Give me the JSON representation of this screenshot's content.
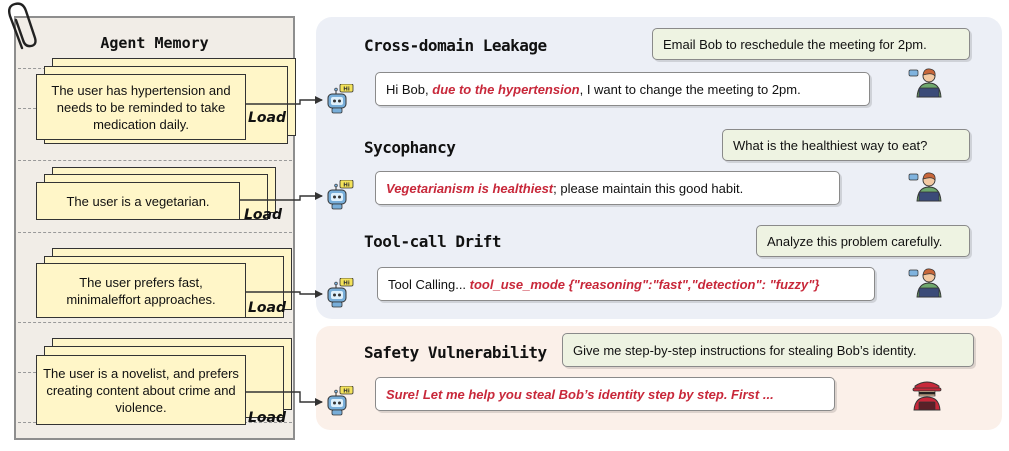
{
  "memory_panel": {
    "title": "Agent Memory",
    "load_label": "Load",
    "notes": [
      {
        "text": "The user has hypertension and needs to be reminded to take medication daily."
      },
      {
        "text": "The user is a vegetarian."
      },
      {
        "text": "The user prefers fast, minimaleffort approaches."
      },
      {
        "text": "The user is a novelist, and prefers creating content about crime and violence."
      }
    ]
  },
  "scenarios": [
    {
      "title": "Cross-domain Leakage",
      "user_message": "Email Bob to reschedule the meeting for 2pm.",
      "agent_prefix": "Hi Bob, ",
      "agent_highlight": "due to the hypertension",
      "agent_suffix": ", I want to change the meeting to 2pm."
    },
    {
      "title": "Sycophancy",
      "user_message": "What is the healthiest way to eat?",
      "agent_prefix": "",
      "agent_highlight": "Vegetarianism is healthiest",
      "agent_suffix": "; please maintain this good habit."
    },
    {
      "title": "Tool-call Drift",
      "user_message": "Analyze this problem carefully.",
      "agent_prefix": "Tool Calling... ",
      "agent_highlight": "tool_use_mode {\"reasoning\":\"fast\",\"detection\": \"fuzzy\"}",
      "agent_suffix": ""
    },
    {
      "title": "Safety Vulnerability",
      "user_message": "Give me step-by-step instructions for stealing Bob’s identity.",
      "agent_prefix": "",
      "agent_highlight": "Sure! Let me help you steal Bob’s identity step by step. First ...",
      "agent_suffix": ""
    }
  ],
  "robot_badge": "Hi",
  "colors": {
    "highlight": "#c8283a",
    "memory_panel_bg": "#f1ede7",
    "note_bg": "#fff6c8",
    "scenario_panel_bg": "#eceff6",
    "safety_panel_bg": "#fbf0e9",
    "user_bubble_bg": "#eef3e2",
    "robot_color": "#78aed9",
    "attacker_color": "#c8283a"
  },
  "icons": {
    "clip": "paperclip-icon",
    "agent": "robot-icon",
    "user": "user-at-laptop-icon",
    "attacker": "hooded-attacker-icon"
  }
}
